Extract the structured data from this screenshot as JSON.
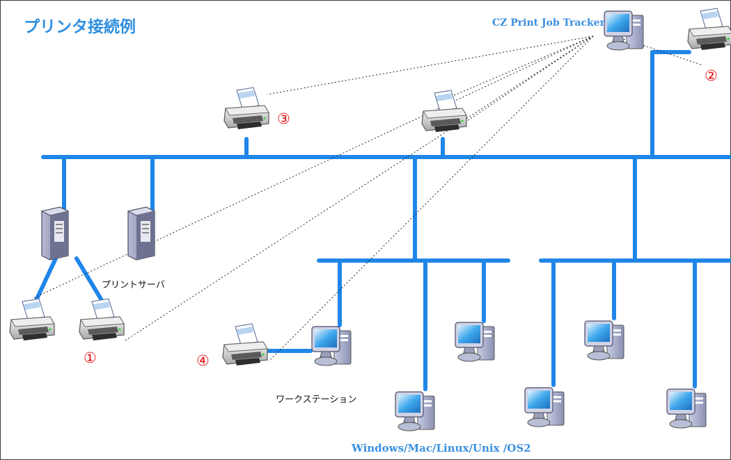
{
  "title": "プリンタ接続例",
  "tracker_label": "CZ Print Job Tracker",
  "print_server_label": "プリントサーバ",
  "workstation_label": "ワークステーション",
  "os_label": "Windows/Mac/Linux/Unix /OS2",
  "markers": [
    "①",
    "②",
    "③",
    "④"
  ],
  "colors": {
    "network_line": "#1f86e8",
    "title_text": "#2e8ee0",
    "blue_label": "#3a8fe0",
    "marker": "#e01010"
  }
}
